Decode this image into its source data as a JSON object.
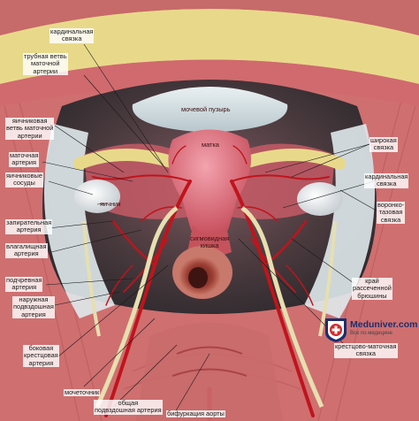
{
  "labels": {
    "cardinal_top": "кардинальная\nсвязка",
    "uterine_tube_branch": "трубная ветвь\nматочной\nартерии",
    "bladder": "мочевой пузырь",
    "ovarian_branch": "яичниковая\nветвь маточной\nартерии",
    "uterus": "матка",
    "uterine_artery": "маточная\nартерия",
    "ovarian_vessels": "яичниковые\nсосуды",
    "ovary": "яичник",
    "obturator_artery": "запирательная\nартерия",
    "vaginal_artery": "влагалищная\nартерия",
    "sigmoid_colon": "сигмовидная\nкишка",
    "inferior_vesical": "подчревная\nартерия",
    "external_iliac": "наружная\nподвздошная\nартерия",
    "lateral_sacral": "боковая\nкрестцовая\nартерия",
    "ureter": "мочеточник",
    "common_iliac": "общая\nподвздошная артерия",
    "aortic_bifurcation": "бифуркация аорты",
    "broad_ligament": "широкая\nсвязка",
    "cardinal_right": "кардинальная\nсвязка",
    "infundibulopelvic": "воронко-\nтазовая\nсвязка",
    "peritoneum_edge": "край\nрассеченной\nбрюшины",
    "uterosacral": "крестцово-маточная\nсвязка"
  },
  "brand": {
    "title": "Meduniver.com",
    "subtitle": "Все по медицине"
  },
  "colors": {
    "fat_yellow": "#e8d98a",
    "tissue_red": "#c85a5a",
    "artery": "#c0141c",
    "ureter": "#e6dfb0",
    "peritoneum": "#dfe9ec",
    "uterus": "#d96a78",
    "brand_blue": "#1a2f6e",
    "brand_red": "#d52a2a"
  }
}
